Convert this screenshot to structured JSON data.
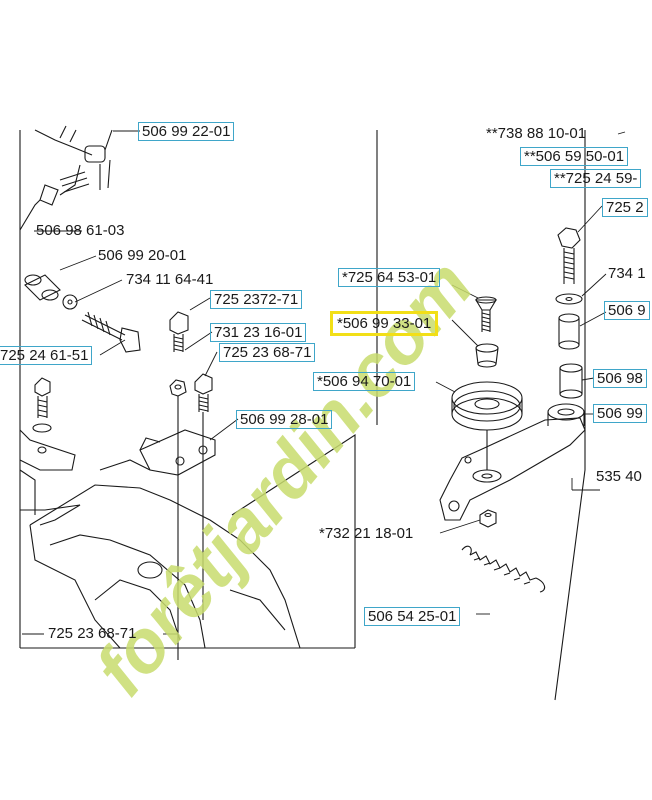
{
  "diagram": {
    "labels": {
      "p1": "506 99 22-01",
      "p2": "506 98 61-03",
      "p3": "506 99 20-01",
      "p4": "734 11 64-41",
      "p5": "725 24 61-51",
      "p6": "725 2372-71",
      "p7": "731 23 16-01",
      "p8": "725 23 68-71",
      "p9": "506 99 28-01",
      "p10": "725 23 68-71",
      "p11": "*725 64 53-01",
      "p12": "*506 99 33-01",
      "p13": "*506 94 70-01",
      "p14": "*732 21 18-01",
      "p15": "506 54 25-01",
      "p16": "**738 88 10-01",
      "p17": "**506 59 50-01",
      "p18": "**725 24 59-",
      "p19": "725 2",
      "p20": "734 1",
      "p21": "506 9",
      "p22": "506 98",
      "p23": "506 99",
      "p24": "535 40"
    },
    "highlighted_part": "*506 99 33-01",
    "colors": {
      "label_box": "#3fa6c9",
      "highlight_box": "#f2df17",
      "line": "#1a1a1a",
      "watermark_green": "#c8dc6e",
      "watermark_brown": "#b9ad9c"
    }
  },
  "watermark": {
    "text": "forêtjardin.com"
  }
}
